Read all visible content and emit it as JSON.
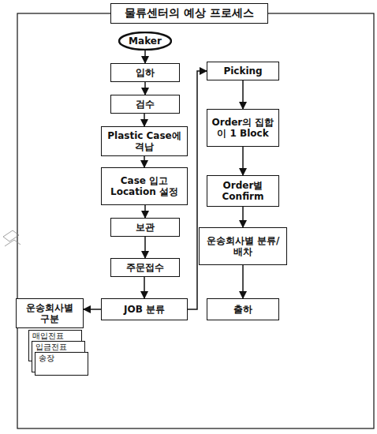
{
  "diagram": {
    "title": "물류센터의 예상 프로세스",
    "nodes": [
      {
        "text": [
          "Maker"
        ]
      },
      {
        "text": [
          "입하"
        ]
      },
      {
        "text": [
          "검수"
        ]
      },
      {
        "text": [
          "Plastic Case에 격납"
        ]
      },
      {
        "text": [
          "Case 입고 Location 설정"
        ]
      },
      {
        "text": [
          "보관"
        ]
      },
      {
        "text": [
          "주문접수"
        ]
      },
      {
        "text": [
          "JOB 분류"
        ]
      },
      {
        "text": [
          "운송회사별 구분"
        ]
      },
      {
        "text": [
          "매입전표"
        ]
      },
      {
        "text": [
          "입금전표"
        ]
      },
      {
        "text": [
          "송장"
        ]
      },
      {
        "text": [
          "Picking"
        ]
      },
      {
        "text": [
          "Order의 집합이 1 Block"
        ]
      },
      {
        "text": [
          "Order별 Confirm"
        ]
      },
      {
        "text": [
          "운송회사별 분류/배차"
        ]
      },
      {
        "text": [
          "출하"
        ]
      }
    ],
    "edges": [
      {
        "from": 0,
        "to": 1,
        "arrow": "to"
      },
      {
        "from": 1,
        "to": 2,
        "arrow": "to"
      },
      {
        "from": 2,
        "to": 3,
        "arrow": "to"
      },
      {
        "from": 3,
        "to": 4,
        "arrow": "to"
      },
      {
        "from": 4,
        "to": 5,
        "arrow": "to"
      },
      {
        "from": 5,
        "to": 6,
        "arrow": "to"
      },
      {
        "from": 6,
        "to": 7,
        "arrow": "to"
      },
      {
        "from": 7,
        "to": 8,
        "arrow": "to"
      },
      {
        "from": 7,
        "to": 12,
        "arrow": "to"
      },
      {
        "from": 12,
        "to": 13,
        "arrow": "to"
      },
      {
        "from": 13,
        "to": 14,
        "arrow": "to"
      },
      {
        "from": 14,
        "to": 15,
        "arrow": "to"
      },
      {
        "from": 15,
        "to": 16,
        "arrow": "to"
      }
    ]
  }
}
